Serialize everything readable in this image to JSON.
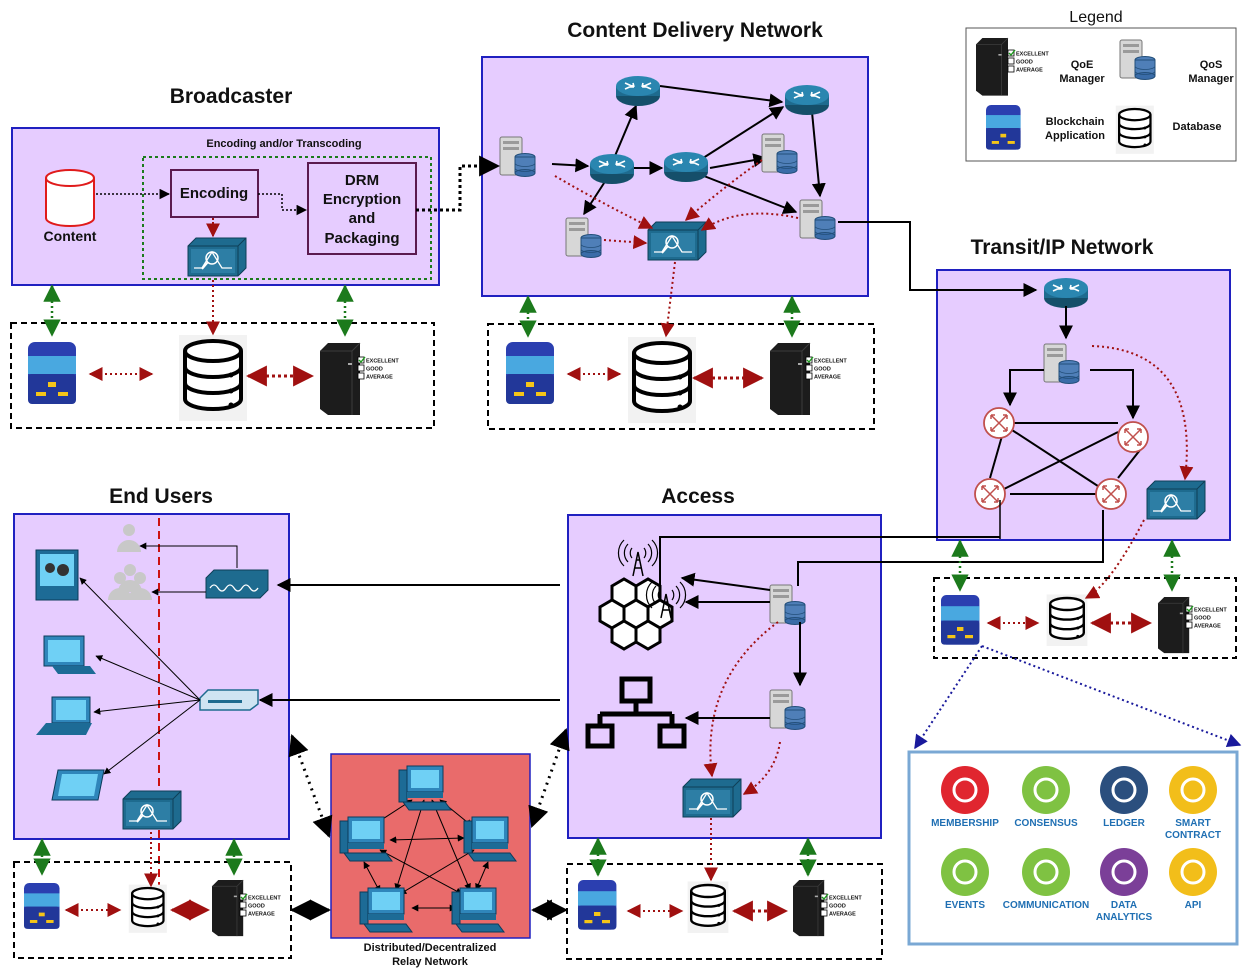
{
  "sections": {
    "broadcaster": "Broadcaster",
    "cdn": "Content Delivery Network",
    "transit": "Transit/IP Network",
    "end_users": "End Users",
    "access": "Access"
  },
  "broadcaster": {
    "encoding_group": "Encoding and/or Transcoding",
    "content": "Content",
    "encoding": "Encoding",
    "drm": [
      "DRM",
      "Encryption",
      "and",
      "Packaging"
    ]
  },
  "relay": {
    "lines": [
      "Distributed/Decentralized",
      "Relay Network"
    ]
  },
  "legend": {
    "title": "Legend",
    "qoe": [
      "QoE",
      "Manager"
    ],
    "qos": [
      "QoS",
      "Manager"
    ],
    "blockchain": [
      "Blockchain",
      "Application"
    ],
    "database": "Database"
  },
  "qoe_levels": [
    "EXCELLENT",
    "GOOD",
    "AVERAGE"
  ],
  "blockchain_features": [
    {
      "label": [
        "MEMBERSHIP"
      ],
      "color": "#e0262f"
    },
    {
      "label": [
        "CONSENSUS"
      ],
      "color": "#7fc242"
    },
    {
      "label": [
        "LEDGER"
      ],
      "color": "#2b4f7e"
    },
    {
      "label": [
        "SMART",
        "CONTRACT"
      ],
      "color": "#f2be1a"
    },
    {
      "label": [
        "EVENTS"
      ],
      "color": "#7fc242"
    },
    {
      "label": [
        "COMMUNICATION"
      ],
      "color": "#7fc242"
    },
    {
      "label": [
        "DATA",
        "ANALYTICS"
      ],
      "color": "#7b3f98"
    },
    {
      "label": [
        "API"
      ],
      "color": "#f2be1a"
    }
  ],
  "colors": {
    "panel_fill": "#e6ccff",
    "panel_border": "#2020c0",
    "relay_fill": "#e96b6b",
    "arrow_red": "#a01010",
    "arrow_green": "#1c7a1c",
    "arrow_blue": "#1a1a9c",
    "router": "#1e6b8f"
  }
}
